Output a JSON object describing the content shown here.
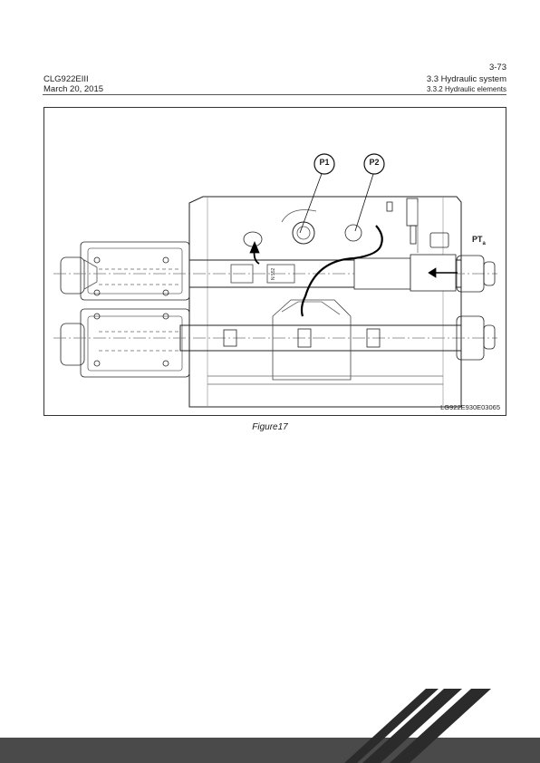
{
  "header": {
    "page_number": "3-73",
    "model": "CLG922EIII",
    "date": "March 20, 2015",
    "section": "3.3 Hydraulic system",
    "subsection": "3.3.2 Hydraulic elements"
  },
  "figure": {
    "callouts": [
      "P1",
      "P2"
    ],
    "port_label": "PT",
    "port_subscript": "a",
    "code": "LG922E930E03065",
    "caption": "Figure17"
  },
  "colors": {
    "ink": "#1a1a1a",
    "footer_band": "#4a4a4a",
    "stripe": "#2b2b2b"
  }
}
